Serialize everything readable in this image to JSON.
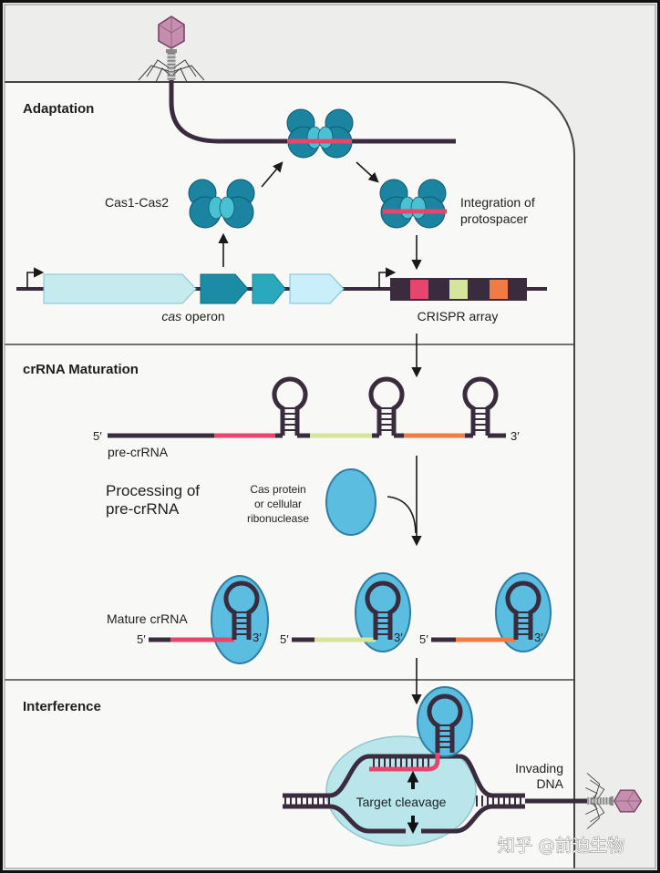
{
  "colors": {
    "dna": "#3b2b3e",
    "spacer_1": "#e8456c",
    "spacer_2": "#d5e69c",
    "spacer_3": "#f07c45",
    "cas_teal": "#1b84a0",
    "crrna_protein": "#5bbde0",
    "cleavage_complex": "#b8e6ea",
    "phage_head": "#c58eaf",
    "operon_gene_1": "#c5ebee",
    "operon_gene_2": "#1a8da5",
    "operon_gene_3": "#2aa9bc",
    "operon_gene_4": "#c9f0fa"
  },
  "adaptation": {
    "title": "Adaptation",
    "cas1_cas2_label": "Cas1-Cas2",
    "integration_line1": "Integration of",
    "integration_line2": "protospacer",
    "operon_label_italic": "cas",
    "operon_label_rest": " operon",
    "array_label": "CRISPR array"
  },
  "maturation": {
    "title": "crRNA Maturation",
    "five_prime": "5′",
    "three_prime": "3′",
    "pre_crrna_label": "pre-crRNA",
    "processing_line1": "Processing of",
    "processing_line2": "pre-crRNA",
    "enzyme_line1": "Cas protein",
    "enzyme_line2": "or cellular",
    "enzyme_line3": "ribonuclease",
    "mature_label": "Mature crRNA",
    "mature_units": [
      {
        "five_prime": "5′",
        "three_prime": "3′"
      },
      {
        "five_prime": "5′",
        "three_prime": "3′"
      },
      {
        "five_prime": "5′",
        "three_prime": "3′"
      }
    ]
  },
  "interference": {
    "title": "Interference",
    "invading_line1": "Invading",
    "invading_line2": "DNA",
    "cleavage_label": "Target cleavage"
  },
  "watermark": "知乎 @前迪生物"
}
